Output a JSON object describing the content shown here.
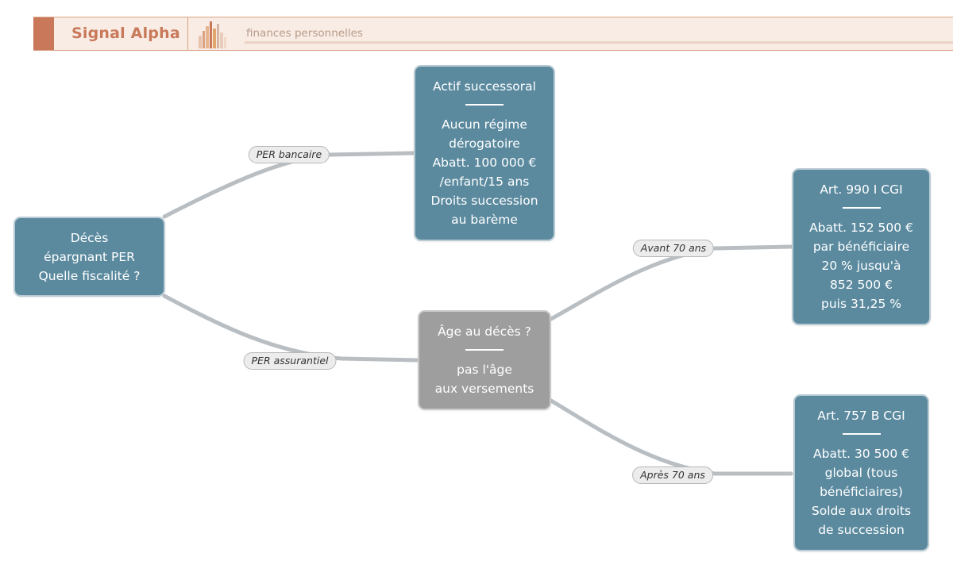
{
  "header": {
    "brand": "Signal Alpha",
    "tagline": "finances personnelles"
  },
  "colors": {
    "accent": "#c9795a",
    "node_blue": "#5b8a9f",
    "node_grey": "#9e9e9e",
    "edge": "#b9bec3"
  },
  "diagram": {
    "root": {
      "lines": [
        "Décès",
        "épargnant PER",
        "Quelle fiscalité ?"
      ]
    },
    "actif": {
      "title": "Actif successoral",
      "lines": [
        "Aucun régime",
        "dérogatoire",
        "Abatt. 100 000 €",
        "/enfant/15 ans",
        "Droits succession",
        "au barème"
      ]
    },
    "age": {
      "title": "Âge au décès ?",
      "lines": [
        "pas l'âge",
        "aux versements"
      ]
    },
    "art990": {
      "title": "Art. 990 I CGI",
      "lines": [
        "Abatt. 152 500 €",
        "par bénéficiaire",
        "20 % jusqu'à",
        "852 500 €",
        "puis 31,25 %"
      ]
    },
    "art757": {
      "title": "Art. 757 B CGI",
      "lines": [
        "Abatt. 30 500 €",
        "global (tous",
        "bénéficiaires)",
        "Solde aux droits",
        "de succession"
      ]
    },
    "edges": {
      "per_bancaire": "PER bancaire",
      "per_assurantiel": "PER assurantiel",
      "avant_70": "Avant 70 ans",
      "apres_70": "Après 70 ans"
    }
  }
}
